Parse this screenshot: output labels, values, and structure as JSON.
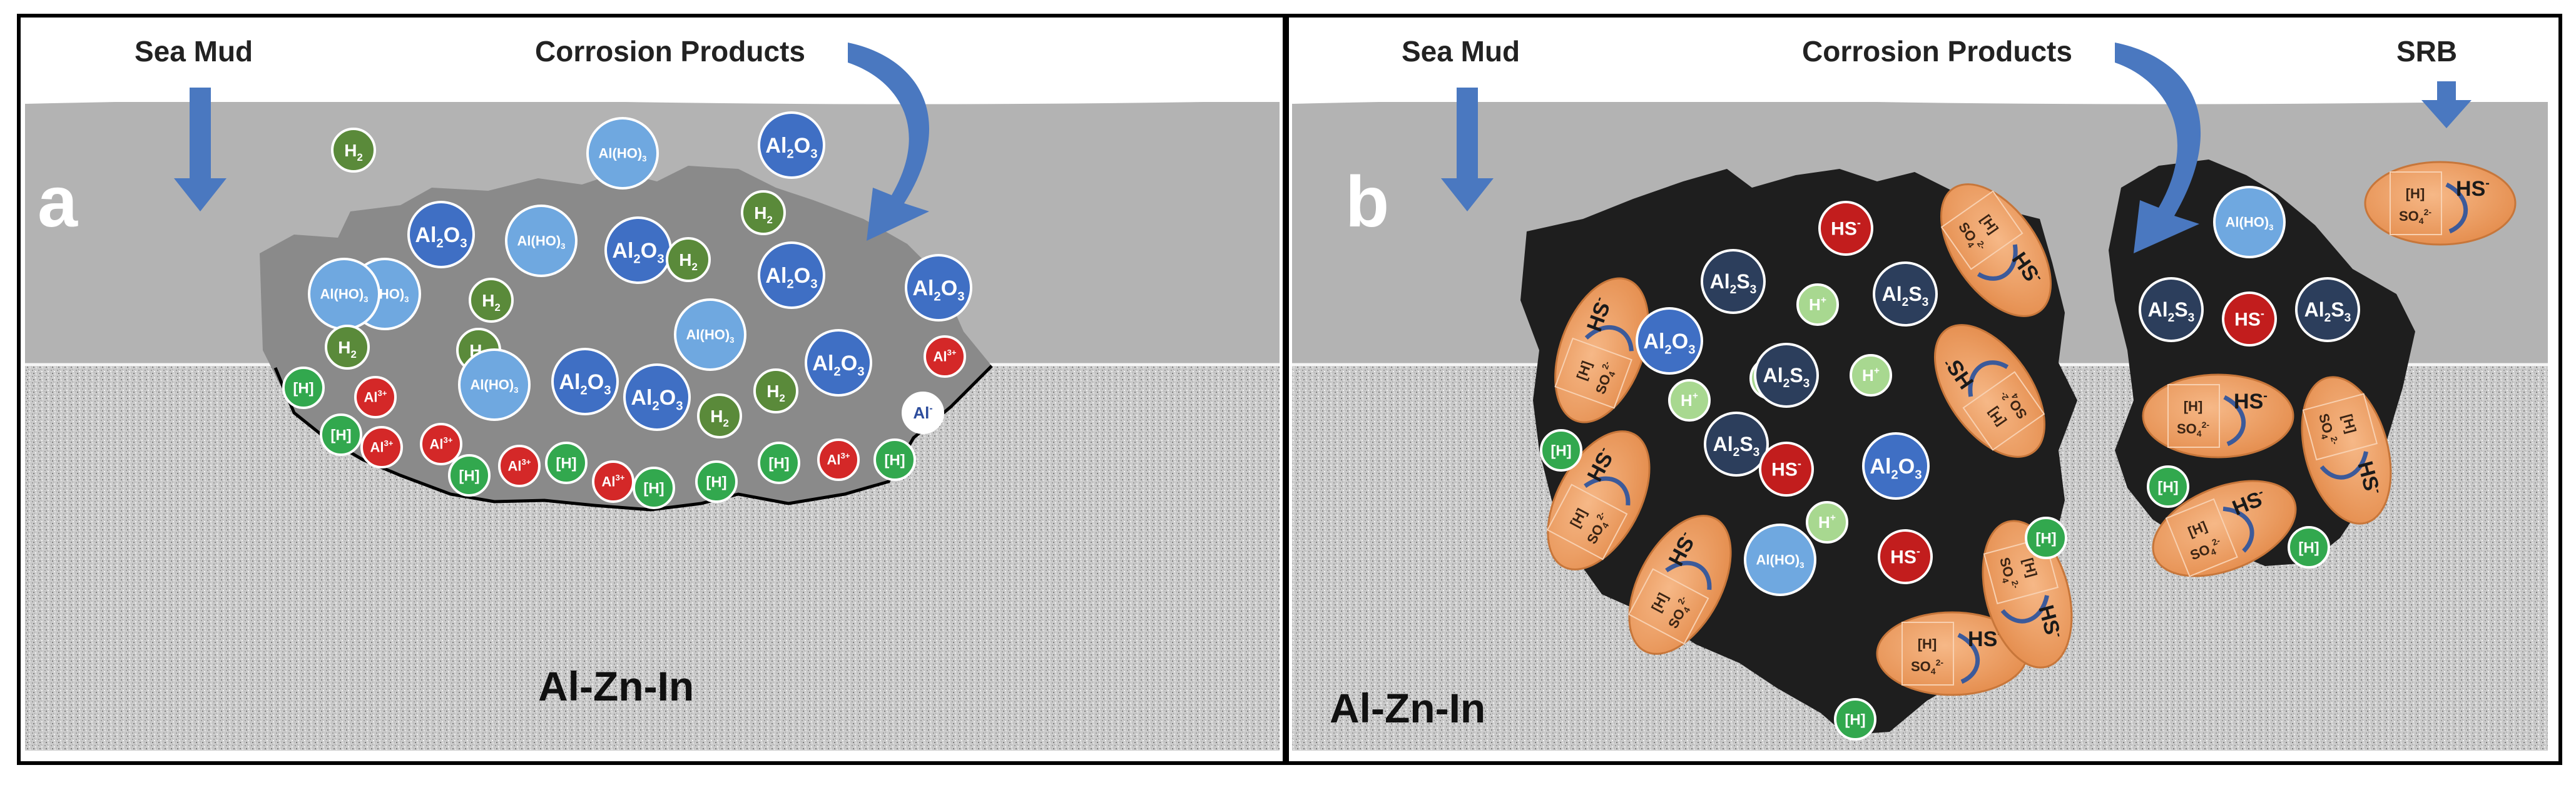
{
  "panel_a": {
    "letter": "a",
    "label_sea_mud": "Sea Mud",
    "label_corrosion": "Corrosion Products",
    "alloy": "Al-Zn-In",
    "particles": [
      {
        "kind": "h2",
        "t": "H",
        "s": "2"
      },
      {
        "kind": "ahd",
        "t": "Al(HO)",
        "s": "3"
      },
      {
        "kind": "al2o3",
        "t": "Al",
        "s": "2",
        "t2": "O",
        "s2": "3"
      },
      {
        "kind": "h2",
        "t": "H",
        "s": "2"
      },
      {
        "kind": "al2o3",
        "t": "Al",
        "s": "2",
        "t2": "O",
        "s2": "3"
      },
      {
        "kind": "ahd",
        "t": "Al(HO)",
        "s": "3"
      },
      {
        "kind": "al2o3",
        "t": "Al",
        "s": "2",
        "t2": "O",
        "s2": "3"
      },
      {
        "kind": "h2",
        "t": "H",
        "s": "2"
      },
      {
        "kind": "al2o3",
        "t": "Al",
        "s": "2",
        "t2": "O",
        "s2": "3"
      },
      {
        "kind": "al2o3",
        "t": "Al",
        "s": "2",
        "t2": "O",
        "s2": "3"
      },
      {
        "kind": "ahd",
        "t": "Al(HO)",
        "s": "3"
      },
      {
        "kind": "h2",
        "t": "H",
        "s": "2"
      },
      {
        "kind": "ahd",
        "t": "Al(HO)",
        "s": "3"
      },
      {
        "kind": "ahd",
        "t": "Al(HO)",
        "s": "3"
      },
      {
        "kind": "h2",
        "t": "H",
        "s": "2"
      },
      {
        "kind": "h2",
        "t": "H",
        "s": "2"
      },
      {
        "kind": "hb",
        "t": "[H]"
      },
      {
        "kind": "al3",
        "t": "Al",
        "sup": "3+"
      },
      {
        "kind": "ahd",
        "t": "Al(HO)",
        "s": "3"
      },
      {
        "kind": "al2o3",
        "t": "Al",
        "s": "2",
        "t2": "O",
        "s2": "3"
      },
      {
        "kind": "al2o3",
        "t": "Al",
        "s": "2",
        "t2": "O",
        "s2": "3"
      },
      {
        "kind": "h2",
        "t": "H",
        "s": "2"
      },
      {
        "kind": "al2o3",
        "t": "Al",
        "s": "2",
        "t2": "O",
        "s2": "3"
      },
      {
        "kind": "al3",
        "t": "Al",
        "sup": "3+"
      },
      {
        "kind": "alion",
        "t": "Al",
        "sup": "-"
      },
      {
        "kind": "h2",
        "t": "H",
        "s": "2"
      },
      {
        "kind": "hb",
        "t": "[H]"
      },
      {
        "kind": "al3",
        "t": "Al",
        "sup": "3+"
      },
      {
        "kind": "al3",
        "t": "Al",
        "sup": "3+"
      },
      {
        "kind": "hb",
        "t": "[H]"
      },
      {
        "kind": "al3",
        "t": "Al",
        "sup": "3+"
      },
      {
        "kind": "hb",
        "t": "[H]"
      },
      {
        "kind": "al3",
        "t": "Al",
        "sup": "3+"
      },
      {
        "kind": "hb",
        "t": "[H]"
      },
      {
        "kind": "hb",
        "t": "[H]"
      },
      {
        "kind": "hb",
        "t": "[H]"
      },
      {
        "kind": "al3",
        "t": "Al",
        "sup": "3+"
      },
      {
        "kind": "hb",
        "t": "[H]"
      }
    ]
  },
  "panel_b": {
    "letter": "b",
    "label_sea_mud": "Sea Mud",
    "label_corrosion": "Corrosion Products",
    "label_srb": "SRB",
    "alloy": "Al-Zn-In",
    "particles": [
      {
        "kind": "hs",
        "t": "HS",
        "sup": "-"
      },
      {
        "kind": "al2s3",
        "t": "Al",
        "s": "2",
        "t2": "S",
        "s2": "3"
      },
      {
        "kind": "hplus",
        "t": "H",
        "sup": "+"
      },
      {
        "kind": "al2s3",
        "t": "Al",
        "s": "2",
        "t2": "S",
        "s2": "3"
      },
      {
        "kind": "al2o3",
        "t": "Al",
        "s": "2",
        "t2": "O",
        "s2": "3"
      },
      {
        "kind": "hplus",
        "t": "H",
        "sup": "+"
      },
      {
        "kind": "hplus",
        "t": "H",
        "sup": "+"
      },
      {
        "kind": "al2s3",
        "t": "Al",
        "s": "2",
        "t2": "S",
        "s2": "3"
      },
      {
        "kind": "hplus",
        "t": "H",
        "sup": "+"
      },
      {
        "kind": "hb",
        "t": "[H]"
      },
      {
        "kind": "al2s3",
        "t": "Al",
        "s": "2",
        "t2": "S",
        "s2": "3"
      },
      {
        "kind": "hs",
        "t": "HS",
        "sup": "-"
      },
      {
        "kind": "al2o3",
        "t": "Al",
        "s": "2",
        "t2": "O",
        "s2": "3"
      },
      {
        "kind": "hplus",
        "t": "H",
        "sup": "+"
      },
      {
        "kind": "ahd",
        "t": "Al(HO)",
        "s": "3"
      },
      {
        "kind": "hs",
        "t": "HS",
        "sup": "-"
      },
      {
        "kind": "hb",
        "t": "[H]"
      },
      {
        "kind": "hb",
        "t": "[H]"
      },
      {
        "kind": "ahd",
        "t": "Al(HO)",
        "s": "3"
      },
      {
        "kind": "al2s3",
        "t": "Al",
        "s": "2",
        "t2": "S",
        "s2": "3"
      },
      {
        "kind": "hs",
        "t": "HS",
        "sup": "-"
      },
      {
        "kind": "al2s3",
        "t": "Al",
        "s": "2",
        "t2": "S",
        "s2": "3"
      },
      {
        "kind": "hb",
        "t": "[H]"
      },
      {
        "kind": "hb",
        "t": "[H]"
      }
    ],
    "srb_cells": [
      {
        "hs": "HS",
        "hs_sup": "-",
        "h": "[H]",
        "so": "SO",
        "so_sub": "4",
        "so_sup": "2-"
      },
      {
        "hs": "HS",
        "hs_sup": "-",
        "h": "[H]",
        "so": "SO",
        "so_sub": "4",
        "so_sup": "2-"
      },
      {
        "hs": "HS",
        "hs_sup": "-",
        "h": "[H]",
        "so": "SO",
        "so_sub": "4",
        "so_sup": "2-"
      },
      {
        "hs": "HS",
        "hs_sup": "-",
        "h": "[H]",
        "so": "SO",
        "so_sub": "4",
        "so_sup": "2-"
      },
      {
        "hs": "HS",
        "hs_sup": "-",
        "h": "[H]",
        "so": "SO",
        "so_sub": "4",
        "so_sup": "2-"
      },
      {
        "hs": "HS",
        "hs_sup": "-",
        "h": "[H]",
        "so": "SO",
        "so_sub": "4",
        "so_sup": "2-"
      },
      {
        "hs": "HS",
        "hs_sup": "-",
        "h": "[H]",
        "so": "SO",
        "so_sub": "4",
        "so_sup": "2-"
      },
      {
        "hs": "HS",
        "hs_sup": "-",
        "h": "[H]",
        "so": "SO",
        "so_sub": "4",
        "so_sup": "2-"
      },
      {
        "hs": "HS",
        "hs_sup": "-",
        "h": "[H]",
        "so": "SO",
        "so_sub": "4",
        "so_sup": "2-"
      },
      {
        "hs": "HS",
        "hs_sup": "-",
        "h": "[H]",
        "so": "SO",
        "so_sub": "4",
        "so_sup": "2-"
      },
      {
        "hs": "HS",
        "hs_sup": "-",
        "h": "[H]",
        "so": "SO",
        "so_sub": "4",
        "so_sup": "2-"
      },
      {
        "hs": "HS",
        "hs_sup": "-",
        "h": "[H]",
        "so": "SO",
        "so_sub": "4",
        "so_sup": "2-"
      }
    ]
  },
  "colors": {
    "sea_mud": "#b3b3b3",
    "metal_base": "#cdcdcd",
    "deposit_a": "#888888",
    "deposit_b": "#1e1e1e",
    "arrow": "#4a78c0",
    "srb_cell": "#f0a66a",
    "al2o3": "#3f6fc4",
    "al_hydroxide": "#6fa8e0",
    "h2": "#5a8a3a",
    "h_atom": "#32a84e",
    "al3": "#d42828",
    "hs": "#c21d1d",
    "al2s3": "#2c3e5c",
    "h_plus": "#a8d890"
  },
  "icons": [
    "down-arrow-icon",
    "curved-arrow-icon"
  ]
}
